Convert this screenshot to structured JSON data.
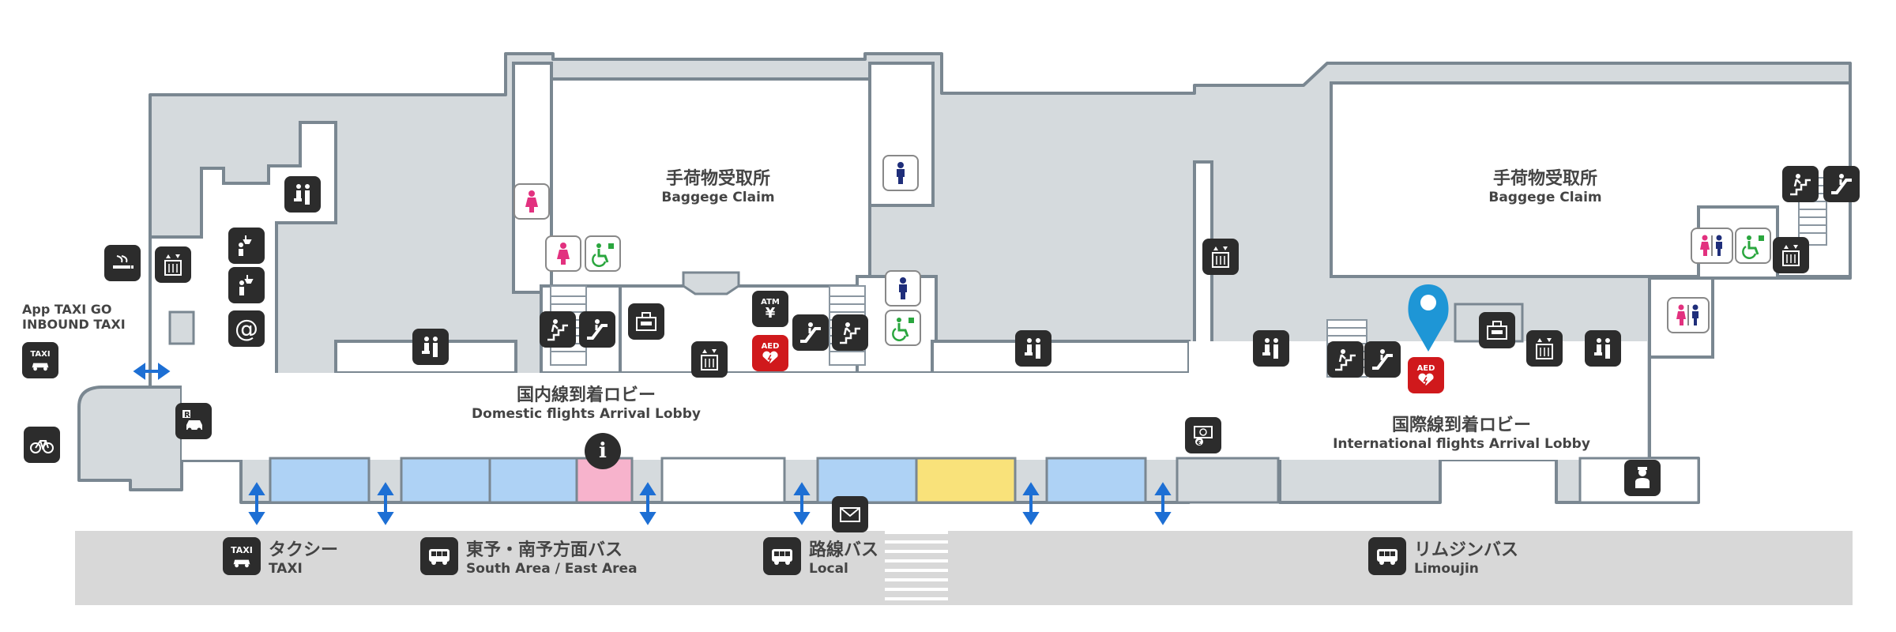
{
  "colors": {
    "room_fill": "#d5dadd",
    "wall": "#7a8791",
    "road": "#d8d8d8",
    "counter_blue": "#aed2f5",
    "counter_yellow": "#f9e27a",
    "counter_pink": "#f7b3cc",
    "pin": "#1e96d6",
    "arrow": "#1d6fd4",
    "accessible_green": "#2aa63e",
    "women_pink": "#e2317f",
    "men_navy": "#1f2e7a",
    "aed_red": "#d0191c"
  },
  "labels": {
    "baggage_claim_domestic": {
      "jp": "手荷物受取所",
      "en": "Baggege Claim"
    },
    "baggage_claim_international": {
      "jp": "手荷物受取所",
      "en": "Baggege Claim"
    },
    "domestic_lobby": {
      "jp": "国内線到着ロビー",
      "en": "Domestic flights Arrival Lobby"
    },
    "international_lobby": {
      "jp": "国際線到着ロビー",
      "en": "International flights Arrival Lobby"
    },
    "app_taxi": {
      "line1": "App TAXI GO",
      "line2": "INBOUND TAXI"
    }
  },
  "transport": [
    {
      "jp": "タクシー",
      "en": "TAXI",
      "icon": "taxi-icon"
    },
    {
      "jp": "東予・南予方面バス",
      "en": "South Area / East Area",
      "icon": "bus-icon"
    },
    {
      "jp": "路線バス",
      "en": "Local",
      "icon": "bus-icon"
    },
    {
      "jp": "リムジンバス",
      "en": "Limoujin",
      "icon": "bus-icon"
    }
  ],
  "icon_text": {
    "taxi": "TAXI",
    "atm": "ATM",
    "yen": "¥",
    "aed": "AED",
    "at": "@",
    "info": "i",
    "parking": "R"
  }
}
